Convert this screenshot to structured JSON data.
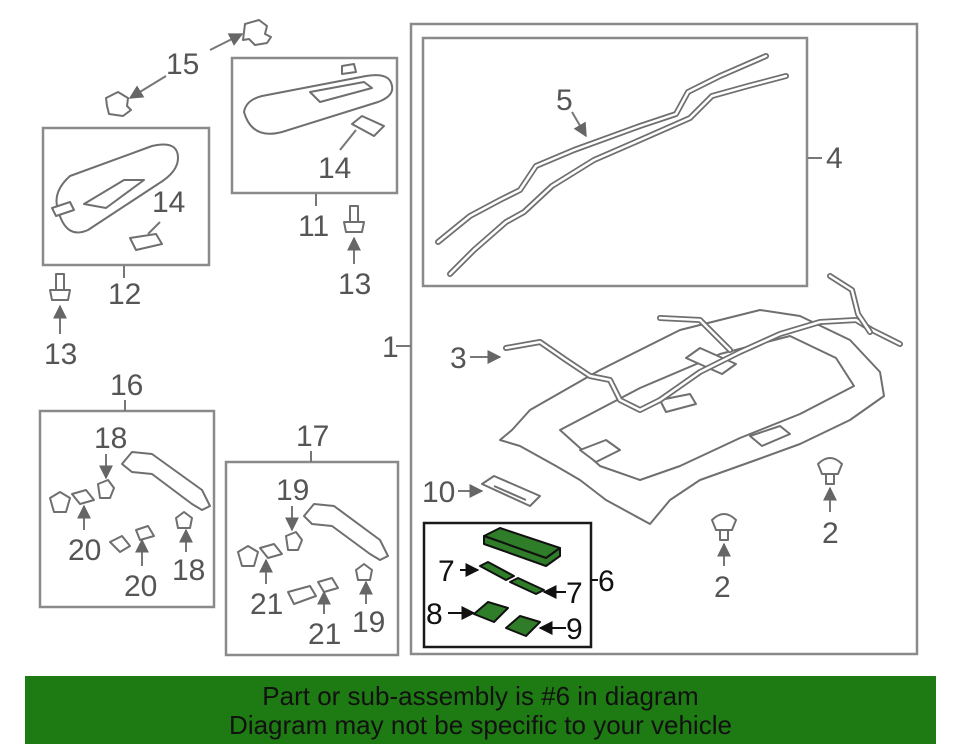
{
  "callouts": {
    "c1": "1",
    "c2a": "2",
    "c2b": "2",
    "c3": "3",
    "c4": "4",
    "c5": "5",
    "c6": "6",
    "c7a": "7",
    "c7b": "7",
    "c8": "8",
    "c9": "9",
    "c10": "10",
    "c11": "11",
    "c12": "12",
    "c13a": "13",
    "c13b": "13",
    "c14a": "14",
    "c14b": "14",
    "c15": "15",
    "c16": "16",
    "c17": "17",
    "c18a": "18",
    "c18b": "18",
    "c19a": "19",
    "c19b": "19",
    "c20a": "20",
    "c20b": "20",
    "c21a": "21",
    "c21b": "21"
  },
  "banner": {
    "line1": "Part or sub-assembly is #6 in diagram",
    "line2": "Diagram may not be specific to your vehicle",
    "background": "#1e7a12"
  },
  "colors": {
    "highlight_part": "#2f7d28",
    "line_art": "#6f6f6f"
  }
}
